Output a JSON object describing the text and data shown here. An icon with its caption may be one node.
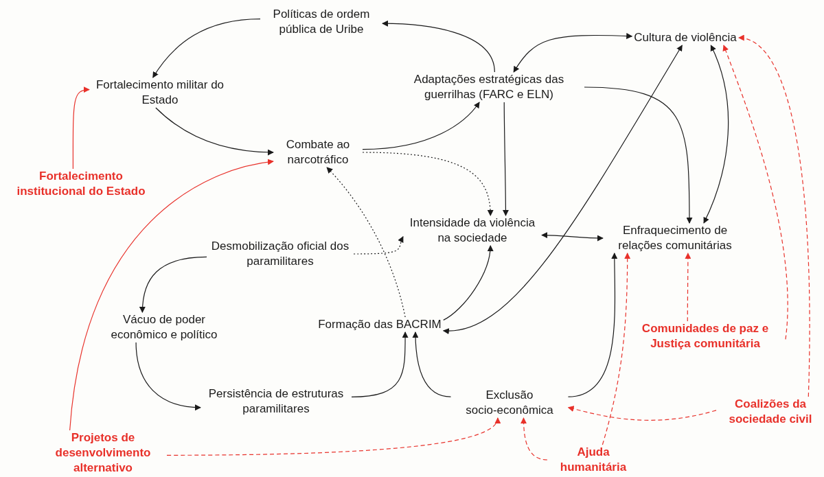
{
  "diagram": {
    "nodes": [
      {
        "text": [
          "Políticas de ordem pública de Uribe"
        ]
      },
      {
        "text": [
          "Fortalecimento militar do Estado"
        ]
      },
      {
        "text": [
          "Adaptações estratégicas das guerrilhas (FARC e ELN)"
        ]
      },
      {
        "text": [
          "Cultura de violência"
        ]
      },
      {
        "text": [
          "Fortalecimento institucional do Estado"
        ]
      },
      {
        "text": [
          "Combate ao narcotráfico"
        ]
      },
      {
        "text": [
          "Intensidade da violência na sociedade"
        ]
      },
      {
        "text": [
          "Enfraquecimento de relações comunitárias"
        ]
      },
      {
        "text": [
          "Desmobilização oficial dos paramilitares"
        ]
      },
      {
        "text": [
          "Vácuo de poder econômico e político"
        ]
      },
      {
        "text": [
          "Formação das BACRIM"
        ]
      },
      {
        "text": [
          "Comunidades de paz e Justiça comunitária"
        ]
      },
      {
        "text": [
          "Persistência de estruturas paramilitares"
        ]
      },
      {
        "text": [
          "Exclusão socio-econômica"
        ]
      },
      {
        "text": [
          "Coalizões da sociedade civil"
        ]
      },
      {
        "text": [
          "Projetos de desenvolvimento alternativo"
        ]
      },
      {
        "text": [
          "Ajuda humanitária"
        ]
      }
    ],
    "edges": [
      {
        "from": 0,
        "to": 1,
        "arrow": "to"
      },
      {
        "from": 2,
        "to": 0,
        "arrow": "to"
      },
      {
        "from": 1,
        "to": 5,
        "arrow": "to"
      },
      {
        "from": 5,
        "to": 2,
        "arrow": "to"
      },
      {
        "from": 3,
        "to": 2,
        "arrow": "both"
      },
      {
        "from": 2,
        "to": 6,
        "arrow": "to"
      },
      {
        "from": 2,
        "to": 7,
        "arrow": "to"
      },
      {
        "from": 3,
        "to": 7,
        "arrow": "both"
      },
      {
        "from": 10,
        "to": 3,
        "arrow": "both"
      },
      {
        "from": 5,
        "to": 6,
        "arrow": "to",
        "style": "dashed"
      },
      {
        "from": 8,
        "to": 6,
        "arrow": "to",
        "style": "dashed"
      },
      {
        "from": 10,
        "to": 5,
        "arrow": "to",
        "style": "dashed"
      },
      {
        "from": 6,
        "to": 7,
        "arrow": "both"
      },
      {
        "from": 8,
        "to": 9,
        "arrow": "to"
      },
      {
        "from": 9,
        "to": 12,
        "arrow": "to"
      },
      {
        "from": 12,
        "to": 10,
        "arrow": "to"
      },
      {
        "from": 10,
        "to": 6,
        "arrow": "to"
      },
      {
        "from": 13,
        "to": 10,
        "arrow": "to"
      },
      {
        "from": 13,
        "to": 7,
        "arrow": "to"
      },
      {
        "from": 4,
        "to": 1,
        "arrow": "to",
        "color": "#e8312a"
      },
      {
        "from": 15,
        "to": 5,
        "arrow": "to",
        "color": "#e8312a"
      },
      {
        "from": 15,
        "to": 13,
        "arrow": "to",
        "style": "dashed",
        "color": "#e8312a"
      },
      {
        "from": 16,
        "to": 13,
        "arrow": "to",
        "style": "dashed",
        "color": "#e8312a"
      },
      {
        "from": 16,
        "to": 7,
        "arrow": "to",
        "style": "dashed",
        "color": "#e8312a"
      },
      {
        "from": 11,
        "to": 7,
        "arrow": "to",
        "style": "dashed",
        "color": "#e8312a"
      },
      {
        "from": 11,
        "to": 3,
        "arrow": "to",
        "style": "dashed",
        "color": "#e8312a"
      },
      {
        "from": 14,
        "to": 13,
        "arrow": "to",
        "style": "dashed",
        "color": "#e8312a"
      },
      {
        "from": 14,
        "to": 3,
        "arrow": "to",
        "style": "dashed",
        "color": "#e8312a"
      }
    ]
  }
}
